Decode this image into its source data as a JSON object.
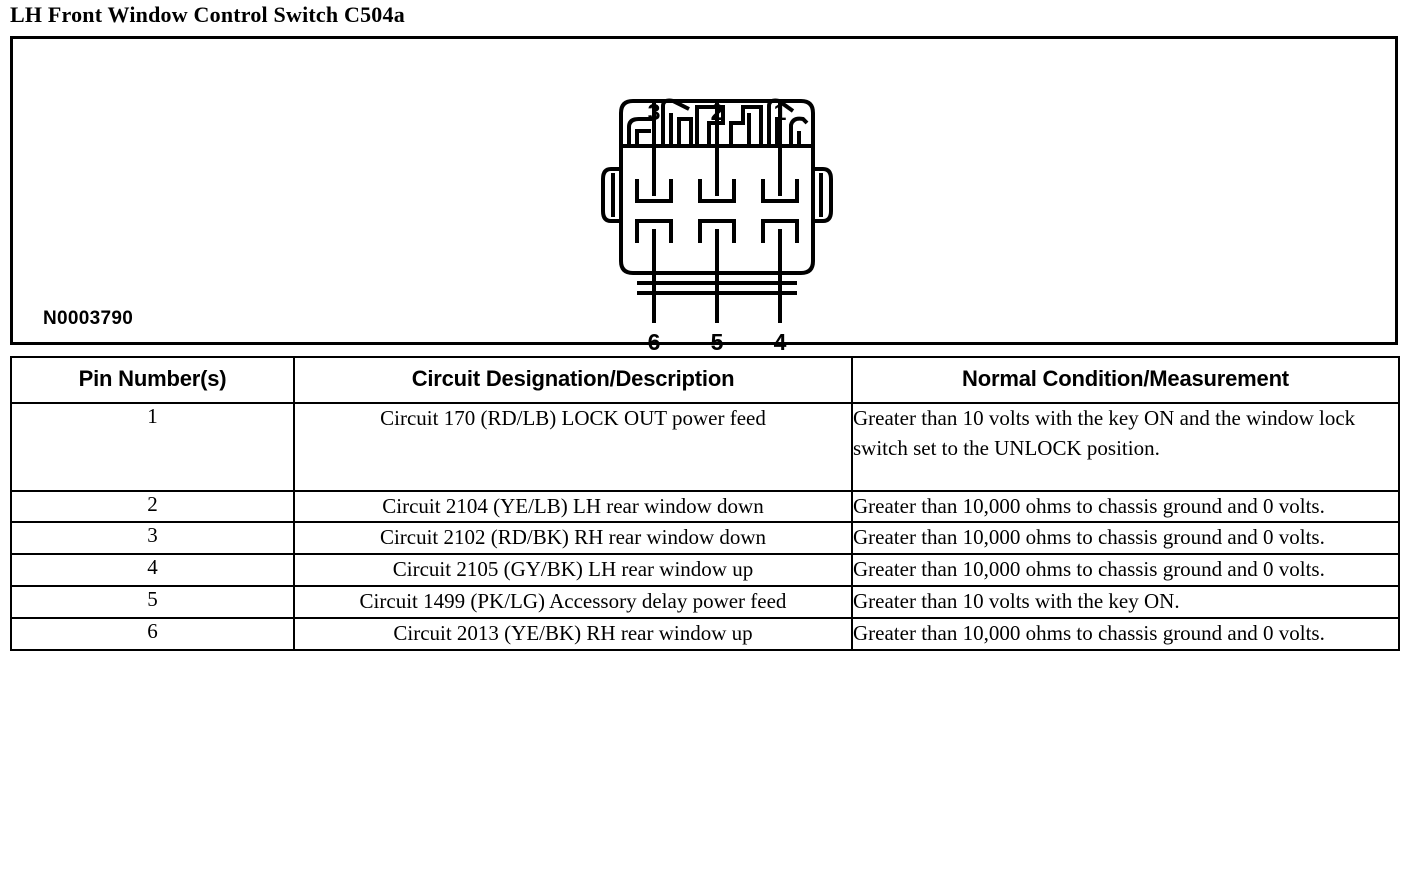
{
  "document": {
    "title": "LH Front Window Control Switch C504a"
  },
  "figure": {
    "id_label": "N0003790",
    "connector": {
      "name": "6-cavity connector face view",
      "top_row_pins": [
        "3",
        "2",
        "1"
      ],
      "bottom_row_pins": [
        "6",
        "5",
        "4"
      ]
    }
  },
  "table": {
    "headers": {
      "pin": "Pin Number(s)",
      "circuit": "Circuit Designation/Description",
      "condition": "Normal Condition/Measurement"
    },
    "rows": [
      {
        "pin": "1",
        "circuit": "Circuit 170 (RD/LB) LOCK OUT power feed",
        "condition": "Greater than 10 volts with the key ON and the window lock switch set to the UNLOCK position."
      },
      {
        "pin": "2",
        "circuit": "Circuit 2104 (YE/LB) LH rear window down",
        "condition": "Greater than 10,000 ohms to chassis ground and 0 volts."
      },
      {
        "pin": "3",
        "circuit": "Circuit 2102 (RD/BK) RH rear window down",
        "condition": "Greater than 10,000 ohms to chassis ground and 0 volts."
      },
      {
        "pin": "4",
        "circuit": "Circuit 2105 (GY/BK) LH rear window up",
        "condition": "Greater than 10,000 ohms to chassis ground and 0 volts."
      },
      {
        "pin": "5",
        "circuit": "Circuit 1499 (PK/LG) Accessory delay power feed",
        "condition": "Greater than 10 volts with the key ON."
      },
      {
        "pin": "6",
        "circuit": "Circuit 2013 (YE/BK) RH rear window up",
        "condition": "Greater than 10,000 ohms to chassis ground and 0 volts."
      }
    ]
  },
  "colors": {
    "ink": "#000000",
    "paper": "#ffffff"
  }
}
